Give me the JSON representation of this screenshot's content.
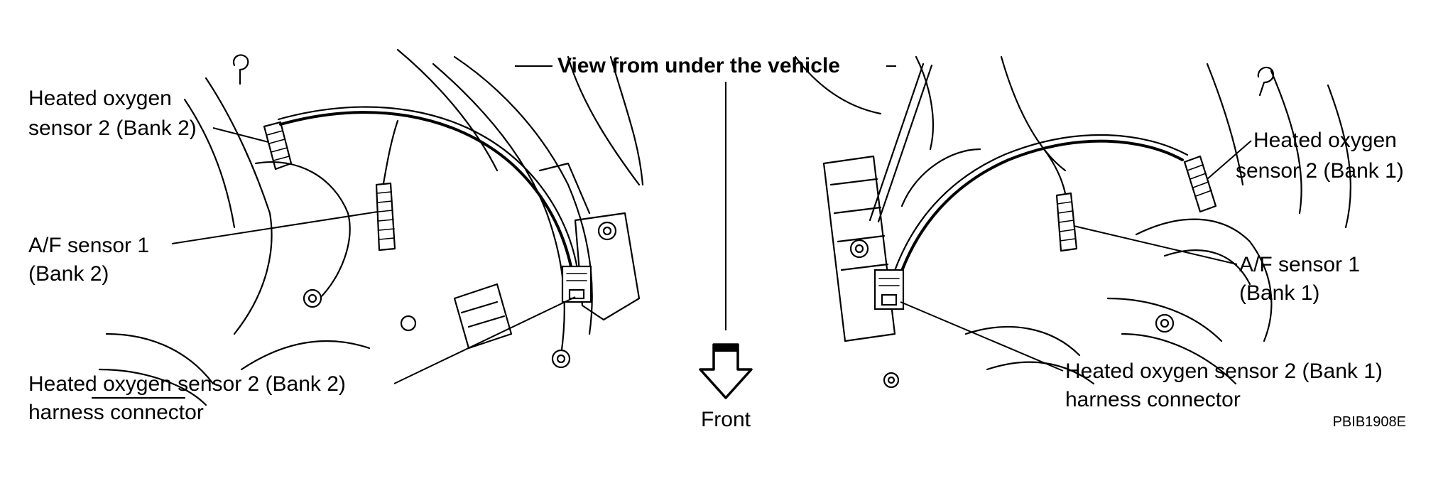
{
  "diagram": {
    "title": "View from under the vehicle",
    "direction_label": "Front",
    "figure_code": "PBIB1908E",
    "left_view": {
      "label_hos2": [
        "Heated oxygen",
        "sensor 2 (Bank 2)"
      ],
      "label_af": [
        "A/F sensor 1",
        "(Bank 2)"
      ],
      "label_connector": [
        "Heated oxygen sensor 2 (Bank 2)",
        "harness connector"
      ]
    },
    "right_view": {
      "label_hos2": [
        "Heated oxygen",
        "sensor 2 (Bank 1)"
      ],
      "label_af": [
        "A/F sensor 1",
        "(Bank 1)"
      ],
      "label_connector": [
        "Heated oxygen sensor 2 (Bank 1)",
        "harness connector"
      ]
    },
    "icons": [
      "front-arrow-icon"
    ]
  }
}
